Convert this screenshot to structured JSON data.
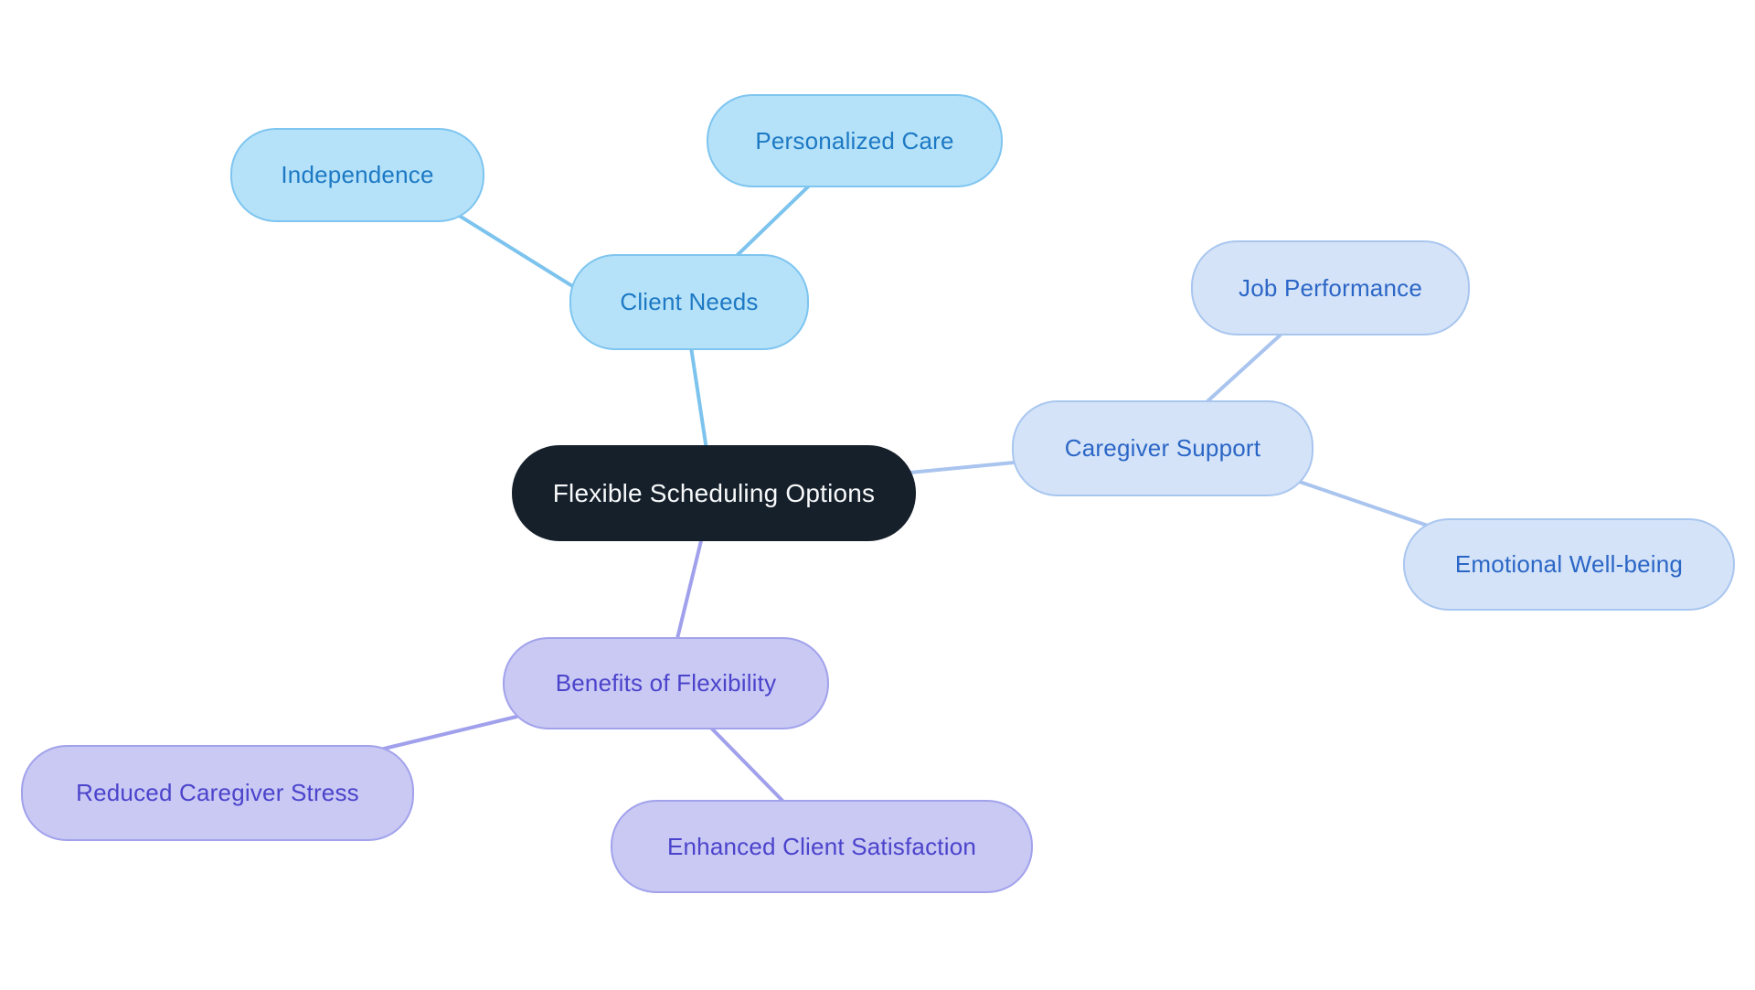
{
  "canvas": {
    "background_color": "#ffffff"
  },
  "mindmap": {
    "root": {
      "label": "Flexible Scheduling Options",
      "fill": "#16202b",
      "text_color": "#f7f9fa"
    },
    "branches": [
      {
        "label": "Client Needs",
        "fill": "#b5e2f9",
        "border": "#7ec5f0",
        "text_color": "#1d79c4",
        "edge_color": "#7cc3ee",
        "children": [
          {
            "label": "Independence"
          },
          {
            "label": "Personalized Care"
          }
        ]
      },
      {
        "label": "Caregiver Support",
        "fill": "#d4e3f8",
        "border": "#a9c6ef",
        "text_color": "#2b66c6",
        "edge_color": "#a9c4ee",
        "children": [
          {
            "label": "Job Performance"
          },
          {
            "label": "Emotional Well-being"
          }
        ]
      },
      {
        "label": "Benefits of Flexibility",
        "fill": "#c9c9f4",
        "border": "#a2a2ec",
        "text_color": "#4b43cb",
        "edge_color": "#a0a0ec",
        "children": [
          {
            "label": "Reduced Caregiver Stress"
          },
          {
            "label": "Enhanced Client Satisfaction"
          }
        ]
      }
    ]
  }
}
